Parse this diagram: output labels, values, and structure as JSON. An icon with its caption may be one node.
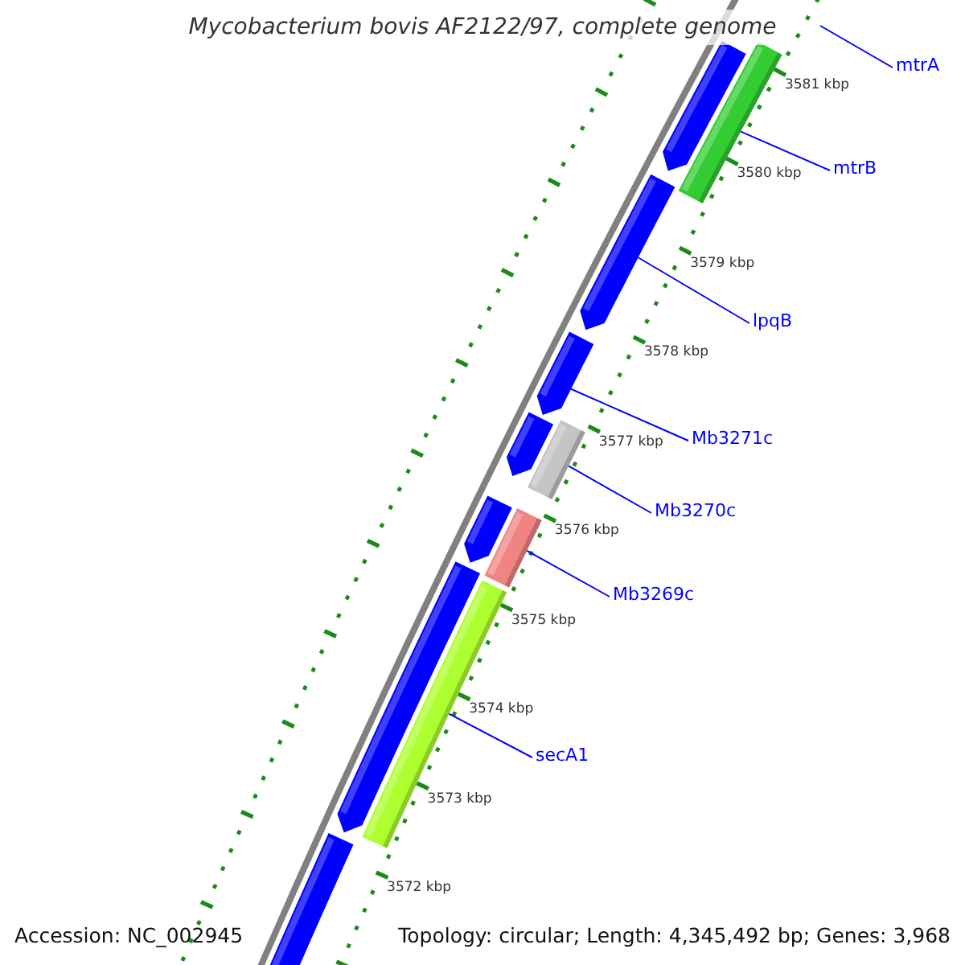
{
  "diagram": {
    "title": "Mycobacterium bovis AF2122/97, complete genome",
    "nodes": [
      {
        "text": [
          "mtrA"
        ]
      },
      {
        "text": [
          "mtrB"
        ]
      },
      {
        "text": [
          "lpqB"
        ]
      },
      {
        "text": [
          "Mb3271c"
        ]
      },
      {
        "text": [
          "Mb3270c"
        ]
      },
      {
        "text": [
          "Mb3269c"
        ]
      },
      {
        "text": [
          "secA1"
        ]
      },
      {
        "text": [],
        "shape": "bar"
      },
      {
        "text": [],
        "shape": "bar"
      },
      {
        "text": [],
        "shape": "bar"
      },
      {
        "text": [],
        "shape": "bar"
      },
      {
        "text": [],
        "shape": "bar"
      },
      {
        "text": [],
        "shape": "bar"
      },
      {
        "text": [],
        "shape": "bar"
      },
      {
        "text": [],
        "shape": "bar"
      },
      {
        "text": [],
        "shape": "bar"
      },
      {
        "text": [],
        "shape": "bar"
      },
      {
        "text": [],
        "shape": "bar"
      }
    ],
    "edges": [
      {
        "from": 0,
        "to": null,
        "arrow": "none"
      },
      {
        "from": 1,
        "to": 8,
        "arrow": "none"
      },
      {
        "from": 2,
        "to": 9,
        "arrow": "none"
      },
      {
        "from": 3,
        "to": 10,
        "arrow": "none"
      },
      {
        "from": 4,
        "to": 12,
        "arrow": "none"
      },
      {
        "from": 5,
        "to": 14,
        "arrow": "none"
      },
      {
        "from": 6,
        "to": 16,
        "arrow": "none"
      }
    ],
    "labels": [
      "3581 kbp",
      "3580 kbp",
      "3579 kbp",
      "3578 kbp",
      "3577 kbp",
      "3576 kbp",
      "3575 kbp",
      "3574 kbp",
      "3573 kbp",
      "3572 kbp",
      "Accession: NC_002945",
      "Topology: circular; Length: 4,345,492 bp; Genes: 3,968"
    ]
  }
}
